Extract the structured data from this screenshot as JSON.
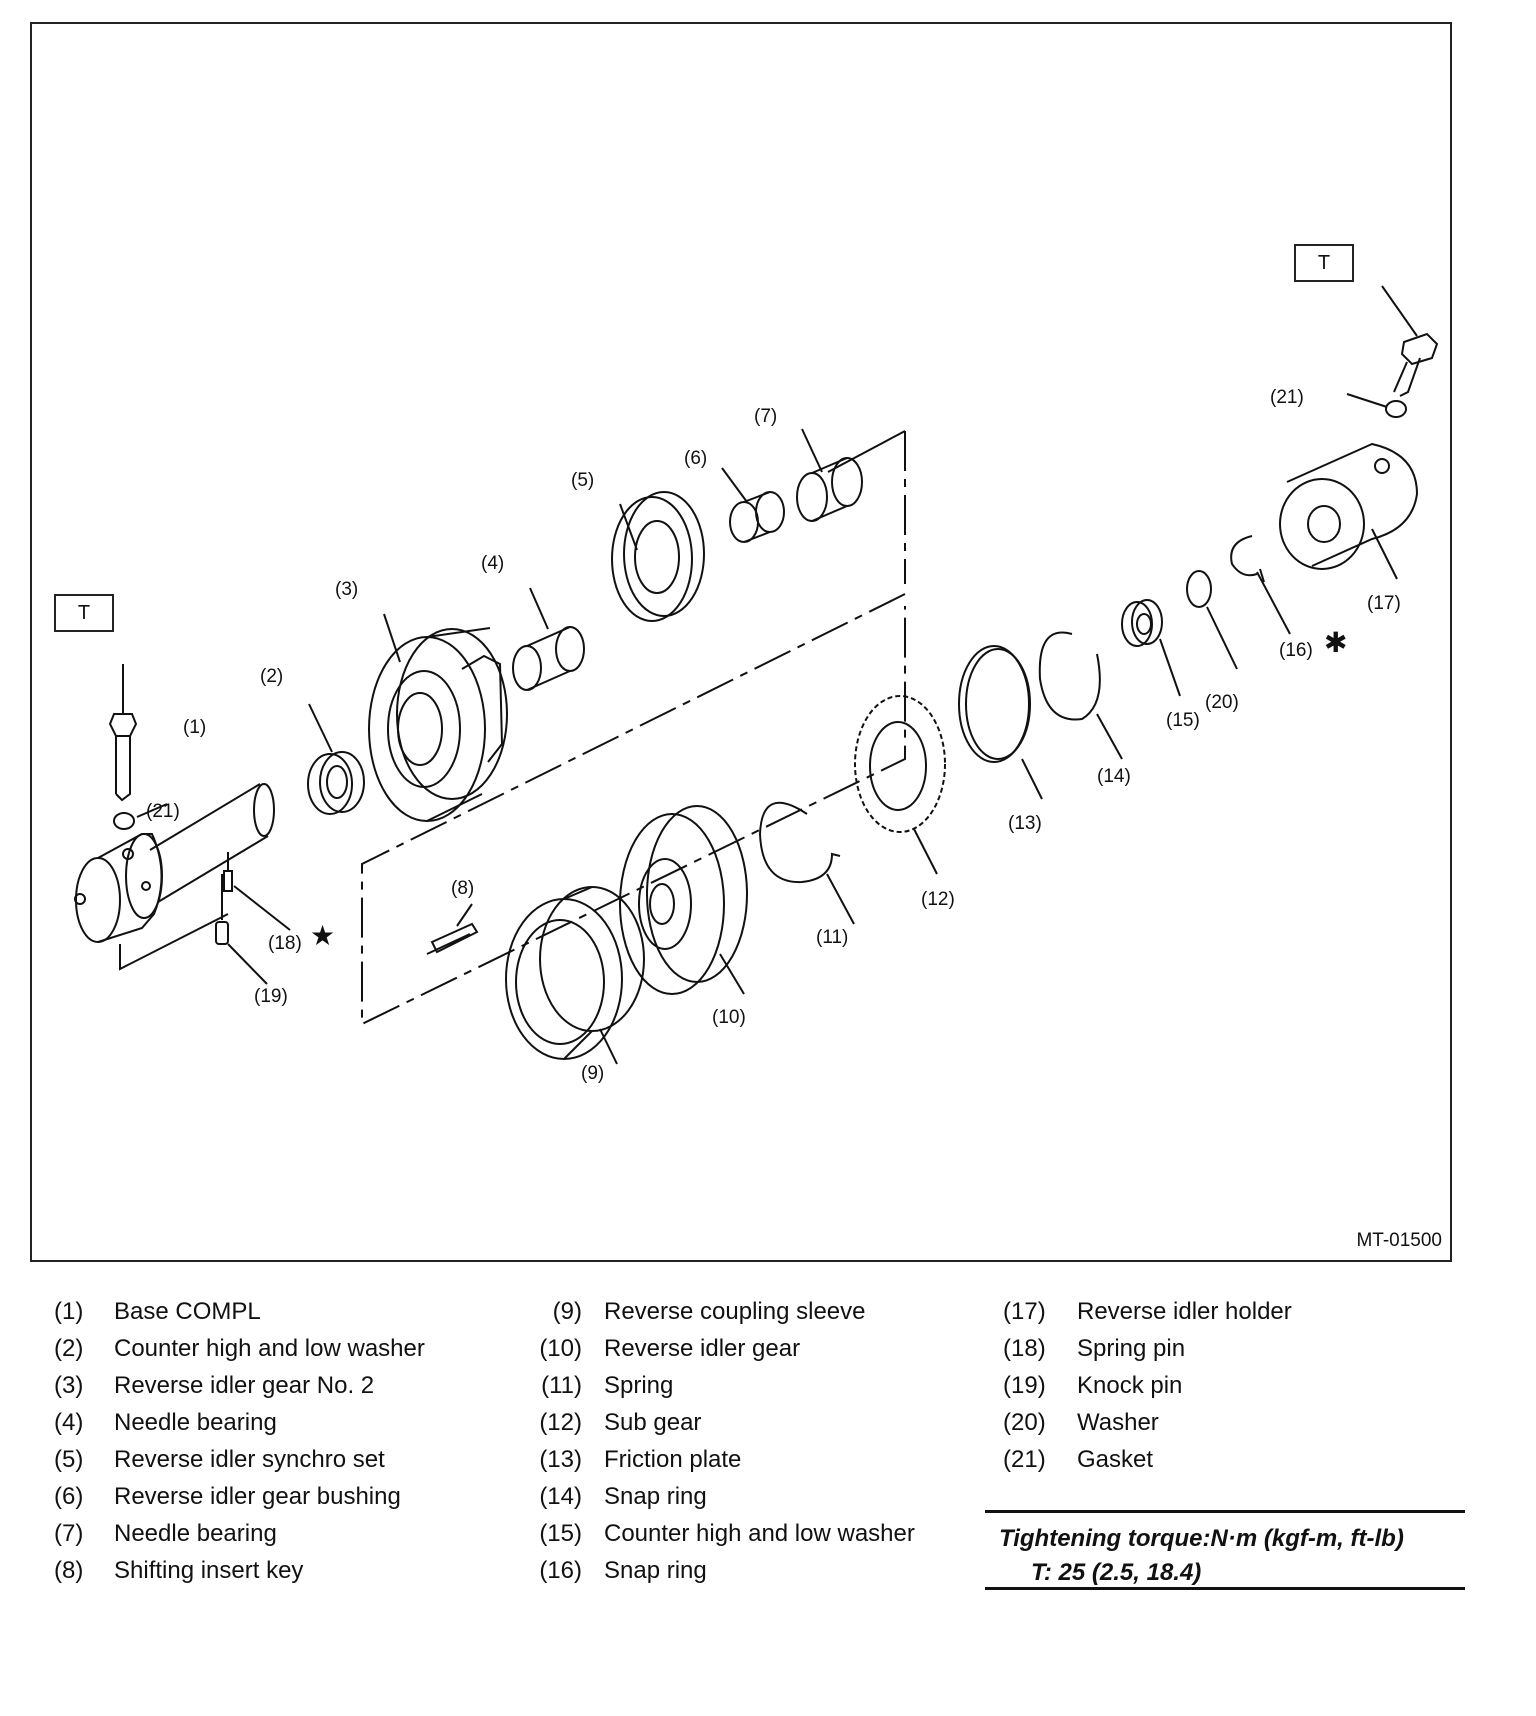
{
  "figure": {
    "id": "MT-01500",
    "torque_box_label": "T",
    "callouts": {
      "c1": "(1)",
      "c2": "(2)",
      "c3": "(3)",
      "c4": "(4)",
      "c5": "(5)",
      "c6": "(6)",
      "c7": "(7)",
      "c8": "(8)",
      "c9": "(9)",
      "c10": "(10)",
      "c11": "(11)",
      "c12": "(12)",
      "c13": "(13)",
      "c14": "(14)",
      "c15": "(15)",
      "c16": "(16)",
      "c17": "(17)",
      "c18": "(18)",
      "c19": "(19)",
      "c20": "(20)",
      "c21a": "(21)",
      "c21b": "(21)"
    },
    "marks": {
      "star": "★",
      "asterisk": "✱"
    }
  },
  "legend": [
    {
      "num": "(1)",
      "name": "Base COMPL"
    },
    {
      "num": "(2)",
      "name": "Counter high and low washer"
    },
    {
      "num": "(3)",
      "name": "Reverse idler gear No. 2"
    },
    {
      "num": "(4)",
      "name": "Needle bearing"
    },
    {
      "num": "(5)",
      "name": "Reverse idler synchro set"
    },
    {
      "num": "(6)",
      "name": "Reverse idler gear bushing"
    },
    {
      "num": "(7)",
      "name": "Needle bearing"
    },
    {
      "num": "(8)",
      "name": "Shifting insert key"
    },
    {
      "num": "(9)",
      "name": "Reverse coupling sleeve"
    },
    {
      "num": "(10)",
      "name": "Reverse idler gear"
    },
    {
      "num": "(11)",
      "name": "Spring"
    },
    {
      "num": "(12)",
      "name": "Sub gear"
    },
    {
      "num": "(13)",
      "name": "Friction plate"
    },
    {
      "num": "(14)",
      "name": "Snap ring"
    },
    {
      "num": "(15)",
      "name": "Counter high and low washer"
    },
    {
      "num": "(16)",
      "name": "Snap ring"
    },
    {
      "num": "(17)",
      "name": "Reverse idler holder"
    },
    {
      "num": "(18)",
      "name": "Spring pin"
    },
    {
      "num": "(19)",
      "name": "Knock pin"
    },
    {
      "num": "(20)",
      "name": "Washer"
    },
    {
      "num": "(21)",
      "name": "Gasket"
    }
  ],
  "torque": {
    "heading": "Tightening torque:N·m (kgf-m, ft-lb)",
    "value": "T:   25 (2.5, 18.4)"
  }
}
